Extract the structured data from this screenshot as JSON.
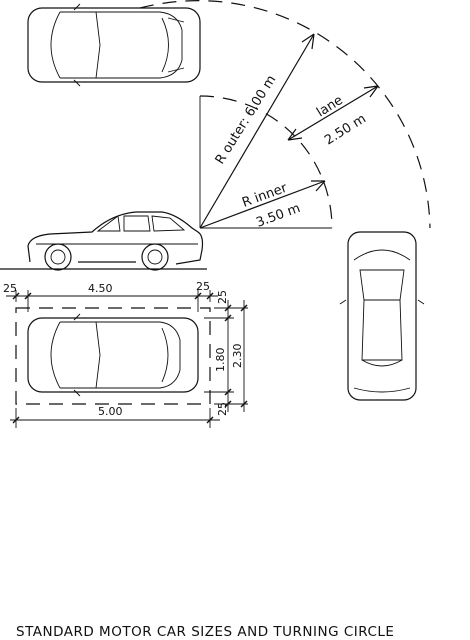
{
  "title": "STANDARD MOTOR CAR SIZES AND TURNING CIRCLE",
  "turning": {
    "outer_label": "R outer: 6.00 m",
    "inner_label_1": "R inner",
    "inner_label_2": "3.50 m",
    "lane_label_1": "lane",
    "lane_label_2": "2.50 m"
  },
  "dimensions": {
    "left_offset": "25",
    "car_length": "4.50",
    "right_offset": "25",
    "top_offset": "25",
    "car_width": "1.80",
    "bay_width": "2.30",
    "bottom_offset": "25",
    "bay_length": "5.00"
  }
}
